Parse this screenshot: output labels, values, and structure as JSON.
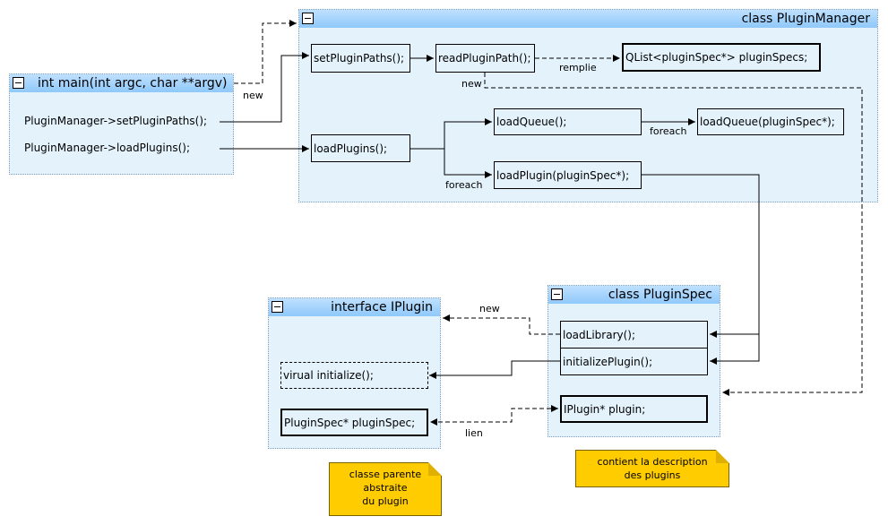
{
  "main_frame": {
    "title": "int main(int argc, char **argv)",
    "calls": [
      "PluginManager->setPluginPaths();",
      "PluginManager->loadPlugins();"
    ]
  },
  "plugin_manager": {
    "title": "class PluginManager",
    "methods": {
      "set_paths": "setPluginPaths();",
      "read_path": "readPluginPath();",
      "plugin_specs": "QList<pluginSpec*> pluginSpecs;",
      "load_plugins": "loadPlugins();",
      "load_queue": "loadQueue();",
      "load_queue_spec": "loadQueue(pluginSpec*);",
      "load_plugin": "loadPlugin(pluginSpec*);"
    }
  },
  "plugin_spec": {
    "title": "class PluginSpec",
    "methods": {
      "load_library": "loadLibrary();",
      "initialize": "initializePlugin();",
      "plugin": "IPlugin* plugin;"
    }
  },
  "iplugin": {
    "title": "interface IPlugin",
    "methods": {
      "initialize": "virual initialize();",
      "plugin_spec": "PluginSpec* pluginSpec;"
    }
  },
  "labels": {
    "new_main": "new",
    "remplie": "remplie",
    "new_pm": "new",
    "foreach_queue": "foreach",
    "foreach_plugin": "foreach",
    "new_spec": "new",
    "lien": "lien"
  },
  "notes": {
    "iplugin_note": [
      "classe parente",
      "abstraite",
      "du plugin"
    ],
    "spec_note": [
      "contient la description",
      "des plugins"
    ]
  }
}
